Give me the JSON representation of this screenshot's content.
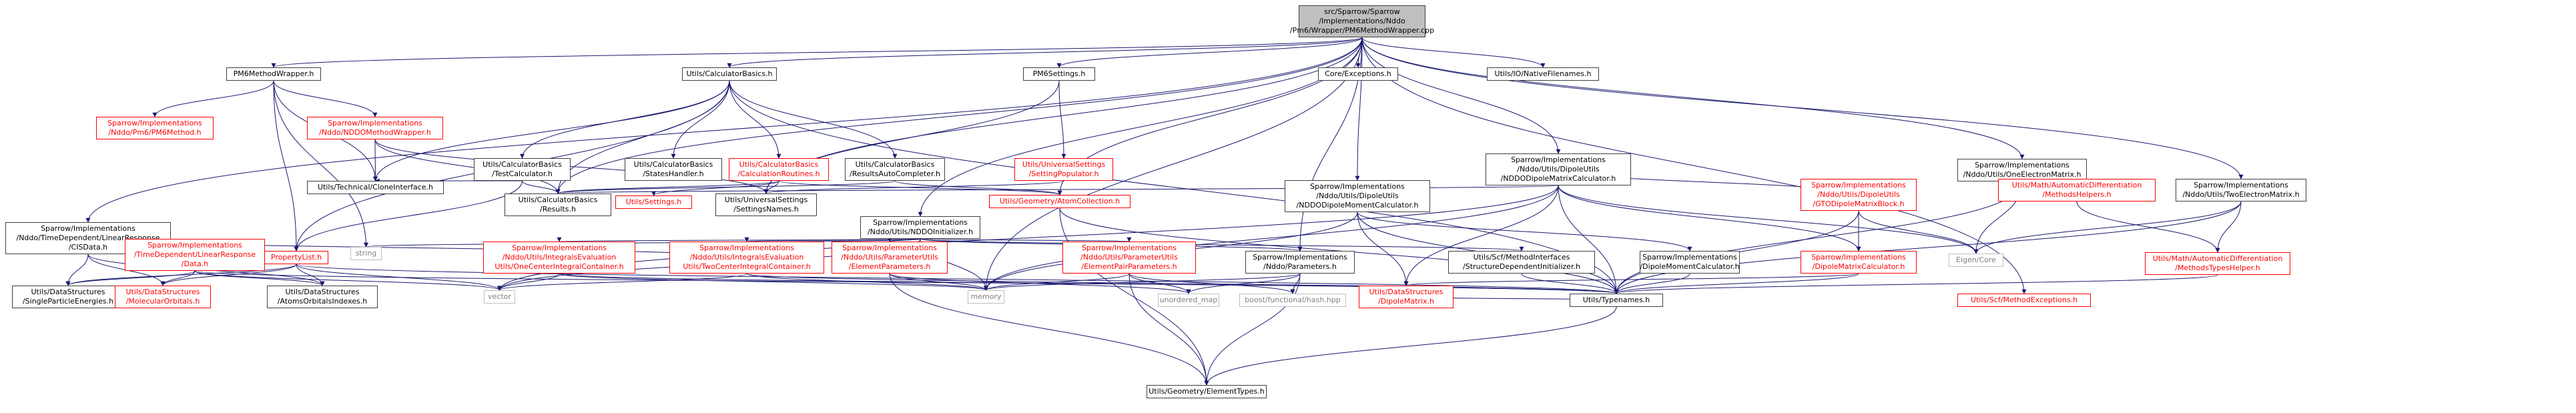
{
  "graph": {
    "root": [
      "src/Sparrow/Sparrow",
      "/Implementations/Nddo",
      "/Pm6/Wrapper/PM6MethodWrapper.cpp"
    ],
    "nodes": {
      "pm6mw": [
        "PM6MethodWrapper.h"
      ],
      "calcbasics": [
        "Utils/CalculatorBasics.h"
      ],
      "pm6settings": [
        "PM6Settings.h"
      ],
      "core_exc": [
        "Core/Exceptions.h"
      ],
      "io_native": [
        "Utils/IO/NativeFilenames.h"
      ],
      "dipole_mat_calc": [
        "Sparrow/Implementations",
        "/Nddo/Utils/DipoleUtils",
        "/NDDODipoleMatrixCalculator.h"
      ],
      "one_el": [
        "Sparrow/Implementations",
        "/Nddo/Utils/OneElectronMatrix.h"
      ],
      "tddft": [
        "Sparrow/Implementations",
        "/Nddo/TimeDependent/LinearResponse",
        "/CISData.h"
      ],
      "pm6method": [
        "Sparrow/Implementations",
        "/Nddo/Pm6/PM6Method.h"
      ],
      "nddo_mw": [
        "Sparrow/Implementations",
        "/Nddo/NDDOMethodWrapper.h"
      ],
      "testcalc": [
        "Utils/CalculatorBasics",
        "/TestCalculator.h"
      ],
      "stateshandler": [
        "Utils/CalculatorBasics",
        "/StatesHandler.h"
      ],
      "calcroutines": [
        "Utils/CalculatorBasics",
        "/CalculationRoutines.h"
      ],
      "resautocomp": [
        "Utils/CalculatorBasics",
        "/ResultsAutoCompleter.h"
      ],
      "setpop": [
        "Utils/UniversalSettings",
        "/SettingPopulator.h"
      ],
      "dip_mom_calc": [
        "Sparrow/Implementations",
        "/Nddo/Utils/DipoleUtils",
        "/NDDODipoleMomentCalculator.h"
      ],
      "gto_dip": [
        "Sparrow/Implementations",
        "/Nddo/Utils/DipoleUtils",
        "/GTODipoleMatrixBlock.h"
      ],
      "autodiff_helpers": [
        "Utils/Math/AutomaticDifferentiation",
        "/MethodsHelpers.h"
      ],
      "two_el": [
        "Sparrow/Implementations",
        "/Nddo/Utils/TwoElectronMatrix.h"
      ],
      "tdlr": [
        "Sparrow/Implementations",
        "/TimeDependent/LinearResponse",
        "/Data.h"
      ],
      "clone": [
        "Utils/Technical/CloneInterface.h"
      ],
      "results": [
        "Utils/CalculatorBasics",
        "/Results.h"
      ],
      "settings": [
        "Utils/Settings.h"
      ],
      "settingnames": [
        "Utils/UniversalSettings",
        "/SettingsNames.h"
      ],
      "atomcoll": [
        "Utils/Geometry/AtomCollection.h"
      ],
      "nddo_init": [
        "Sparrow/Implementations",
        "/Nddo/Utils/NDDOInitializer.h"
      ],
      "proplist": [
        "PropertyList.h"
      ],
      "string": [
        "string"
      ],
      "int_one": [
        "Sparrow/Implementations",
        "/Nddo/Utils/IntegralsEvaluation",
        "Utils/OneCenterIntegralContainer.h"
      ],
      "int_two": [
        "Sparrow/Implementations",
        "/Nddo/Utils/IntegralsEvaluation",
        "Utils/TwoCenterIntegralContainer.h"
      ],
      "elpar": [
        "Sparrow/Implementations",
        "/Nddo/Utils/ParameterUtils",
        "/ElementParameters.h"
      ],
      "elpairpar": [
        "Sparrow/Implementations",
        "/Nddo/Utils/ParameterUtils",
        "/ElementPairParameters.h"
      ],
      "params": [
        "Sparrow/Implementations",
        "/Nddo/Parameters.h"
      ],
      "scf_struct": [
        "Utils/Scf/MethodInterfaces",
        "/StructureDependentInitializer.h"
      ],
      "dip_mom_impl": [
        "Sparrow/Implementations",
        "/DipoleMomentCalculator.h"
      ],
      "dip_mat_impl": [
        "Sparrow/Implementations",
        "/DipoleMatrixCalculator.h"
      ],
      "eigen": [
        "Eigen/Core"
      ],
      "autodiff_types": [
        "Utils/Math/AutomaticDifferentiation",
        "/MethodsTypesHelper.h"
      ],
      "singlepart": [
        "Utils/DataStructures",
        "/SingleParticleEnergies.h"
      ],
      "molorb": [
        "Utils/DataStructures",
        "/MolecularOrbitals.h"
      ],
      "atomsorb": [
        "Utils/DataStructures",
        "/AtomsOrbitalsIndexes.h"
      ],
      "vector": [
        "vector"
      ],
      "memory": [
        "memory"
      ],
      "unordered_map": [
        "unordered_map"
      ],
      "fhash": [
        "boost/functional/hash.hpp"
      ],
      "dipmat": [
        "Utils/DataStructures",
        "/DipoleMatrix.h"
      ],
      "typenames": [
        "Utils/Typenames.h"
      ],
      "scf_exc": [
        "Utils/Scf/MethodExceptions.h"
      ],
      "elementtypes": [
        "Utils/Geometry/ElementTypes.h"
      ]
    },
    "colors": {
      "documented": "#404040",
      "undocumented": "#ff0000",
      "external": "#bfbfbf",
      "root_fill": "#bfbfbf",
      "edge": "#191970"
    }
  }
}
